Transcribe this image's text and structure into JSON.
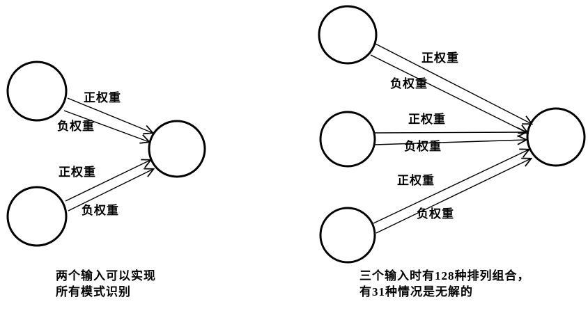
{
  "colors": {
    "stroke": "#000000",
    "background": "#ffffff"
  },
  "left_diagram": {
    "labels": {
      "pos1": "正权重",
      "neg1": "负权重",
      "pos2": "正权重",
      "neg2": "负权重"
    },
    "caption_line1": "两个输入可以实现",
    "caption_line2": "所有模式识别"
  },
  "right_diagram": {
    "labels": {
      "pos1": "正权重",
      "neg1": "负权重",
      "pos2": "正权重",
      "neg2": "负权重",
      "pos3": "正权重",
      "neg3": "负权重"
    },
    "caption_line1": "三个输入时有128种排列组合，",
    "caption_line2": "有31种情况是无解的"
  }
}
